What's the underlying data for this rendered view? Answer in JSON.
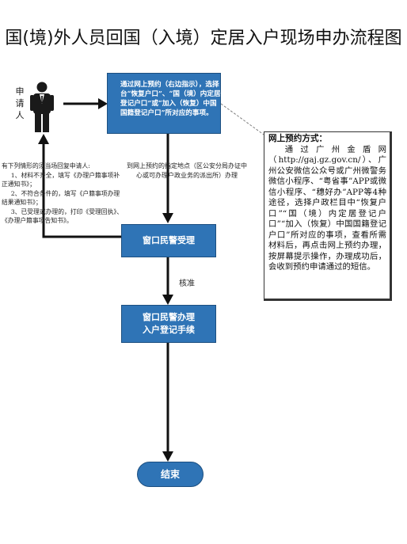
{
  "title": "国(境)外人员回国（入境）定居入户现场申办流程图",
  "applicant": {
    "label": "申请人",
    "icon": "person-icon"
  },
  "online_step": {
    "text": "通过网上预约（右边指示），选择台“恢复户口”、“国（境）内定居登记户口”或“加入（恢复）中国国籍登记户口”所对应的事项。"
  },
  "location_note": {
    "text": "到网上预约的指定地点（区公安分局办证中心或可办理户政业务的派出所）办理"
  },
  "reject_note": {
    "intro": "有下列情形的须当场回复申请人:",
    "items": [
      "1、材料不齐全，填写《办理户籍事项补正通知书》；",
      "2、不符合条件的，填写《户籍事项办理结果通知书》；",
      "3、已受理或办理的，打印《受理回执》、《办理户籍事项告知书》。"
    ]
  },
  "accept_step": {
    "label": "窗口民警受理"
  },
  "approve_label": "核准",
  "register_step": {
    "line1": "窗口民警办理",
    "line2": "入户登记手续"
  },
  "end_step": {
    "label": "结束"
  },
  "info": {
    "heading": "网上预约方式：",
    "body": "通过广州金盾网（http://gaj.gz.gov.cn/）、广州公安微信公众号或广州微警务微信小程序、“粤省事”APP或微信小程序、“穗好办”APP等4种途径，选择户政栏目中“恢复户口”“国（境）内定居登记户口”“加入（恢复）中国国籍登记户口”所对应的事项，查看所需材料后，再点击网上预约办理，按屏幕提示操作，办理成功后，会收到预约申请通过的短信。"
  },
  "colors": {
    "box_fill": "#2f74b6",
    "box_border": "#1c4f80",
    "arrow": "#111111",
    "dashed_link": "#7f7f7f"
  }
}
